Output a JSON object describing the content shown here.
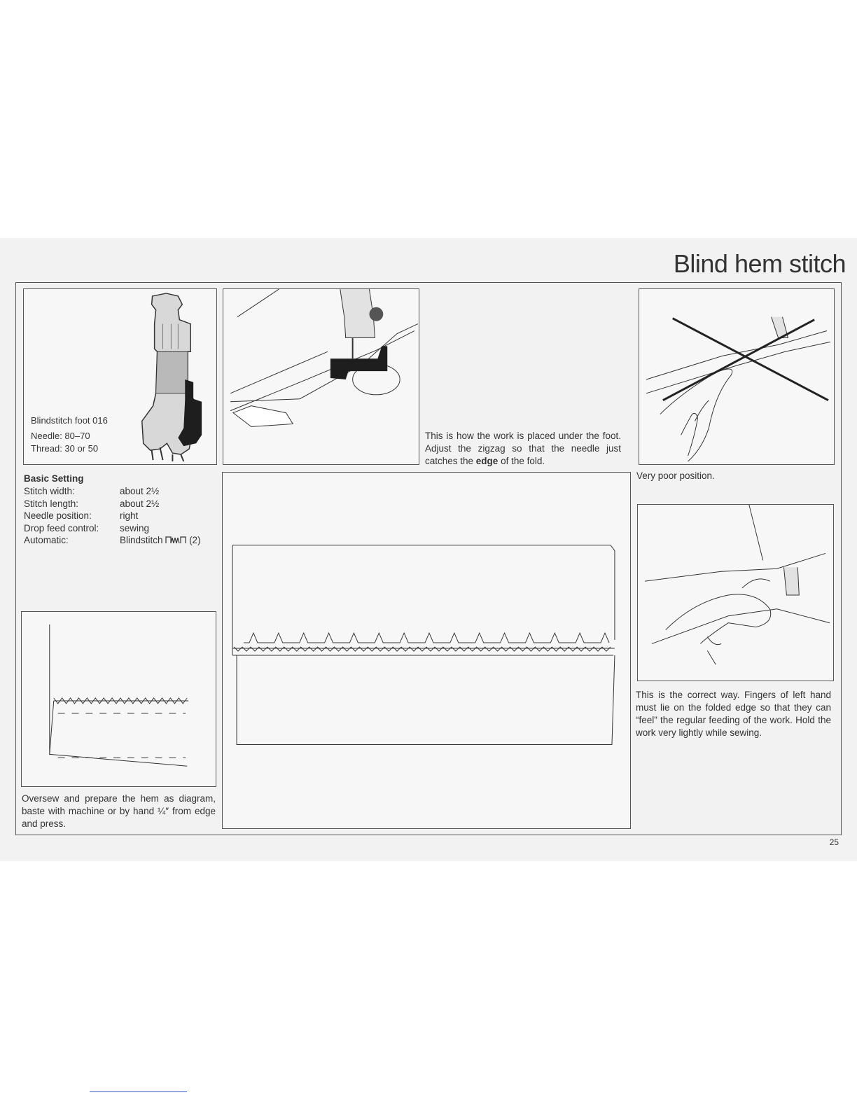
{
  "page": {
    "title": "Blind hem stitch",
    "page_number": "25"
  },
  "foot_panel": {
    "foot_label": "Blindstitch foot 016",
    "needle": "Needle: 80–70",
    "thread": "Thread: 30 or 50"
  },
  "basic_setting": {
    "heading": "Basic Setting",
    "rows": [
      {
        "key": "Stitch width:",
        "value": "about 2½"
      },
      {
        "key": "Stitch length:",
        "value": "about 2½"
      },
      {
        "key": "Needle position:",
        "value": "right"
      },
      {
        "key": "Drop feed control:",
        "value": "sewing"
      },
      {
        "key": "Automatic:",
        "value": "Blindstitch",
        "symbol": "blindstitch-icon",
        "suffix": "(2)"
      }
    ]
  },
  "captions": {
    "placement_pre": "This is how the work is placed under the foot. Adjust the zigzag so that the needle just catches the ",
    "placement_bold": "edge",
    "placement_post": " of the fold.",
    "poor_position": "Very poor position.",
    "correct_way": "This is the correct way. Fingers of left hand must lie on the folded edge so that they can “feel” the regular feeding of the work. Hold the work very lightly while sewing.",
    "oversew": "Oversew and prepare the hem as diagram, baste with machine or by hand ¼″ from edge and press."
  }
}
